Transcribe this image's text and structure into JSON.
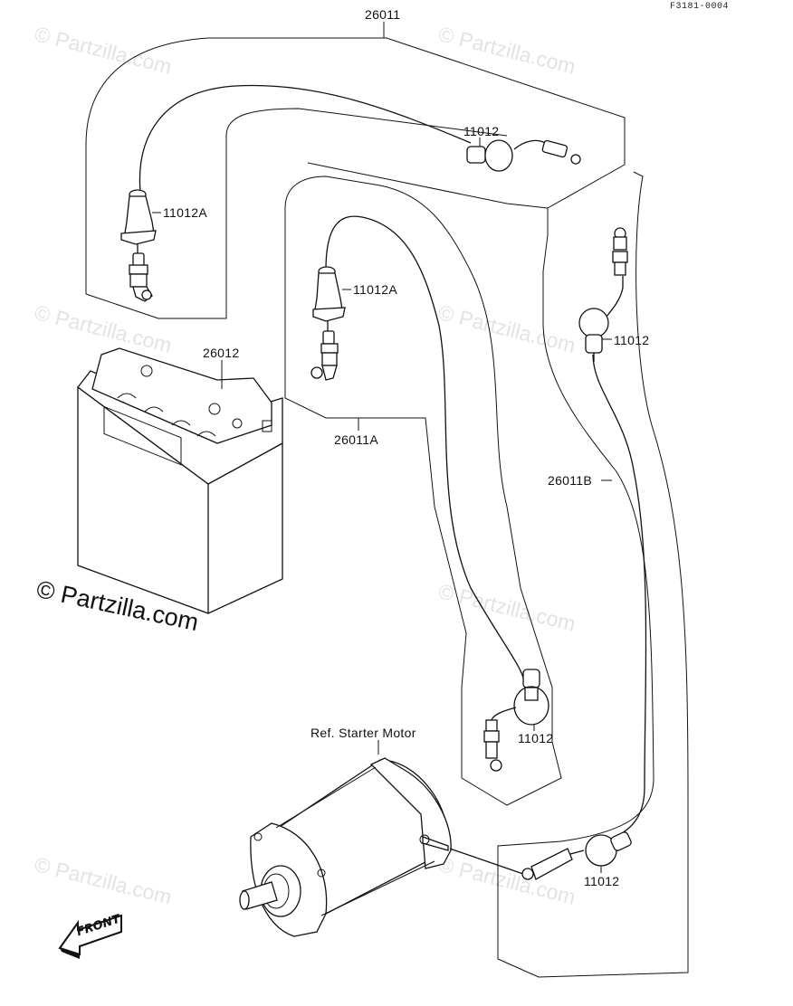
{
  "figure": {
    "code": "F3181-0004"
  },
  "watermark": {
    "text": "© Partzilla.com"
  },
  "callouts": [
    {
      "id": "harness-main",
      "part_number": "26011"
    },
    {
      "id": "cap-top",
      "part_number": "11012"
    },
    {
      "id": "boot-left",
      "part_number": "11012A"
    },
    {
      "id": "battery",
      "part_number": "26012"
    },
    {
      "id": "boot-middle",
      "part_number": "11012A"
    },
    {
      "id": "cap-right-upper",
      "part_number": "11012"
    },
    {
      "id": "harness-a",
      "part_number": "26011A"
    },
    {
      "id": "harness-b",
      "part_number": "26011B"
    },
    {
      "id": "cap-middle-lower",
      "part_number": "11012"
    },
    {
      "id": "starter-ref",
      "part_number": "Ref. Starter Motor"
    },
    {
      "id": "cap-bottom",
      "part_number": "11012"
    }
  ],
  "direction": {
    "label": "FRONT"
  }
}
